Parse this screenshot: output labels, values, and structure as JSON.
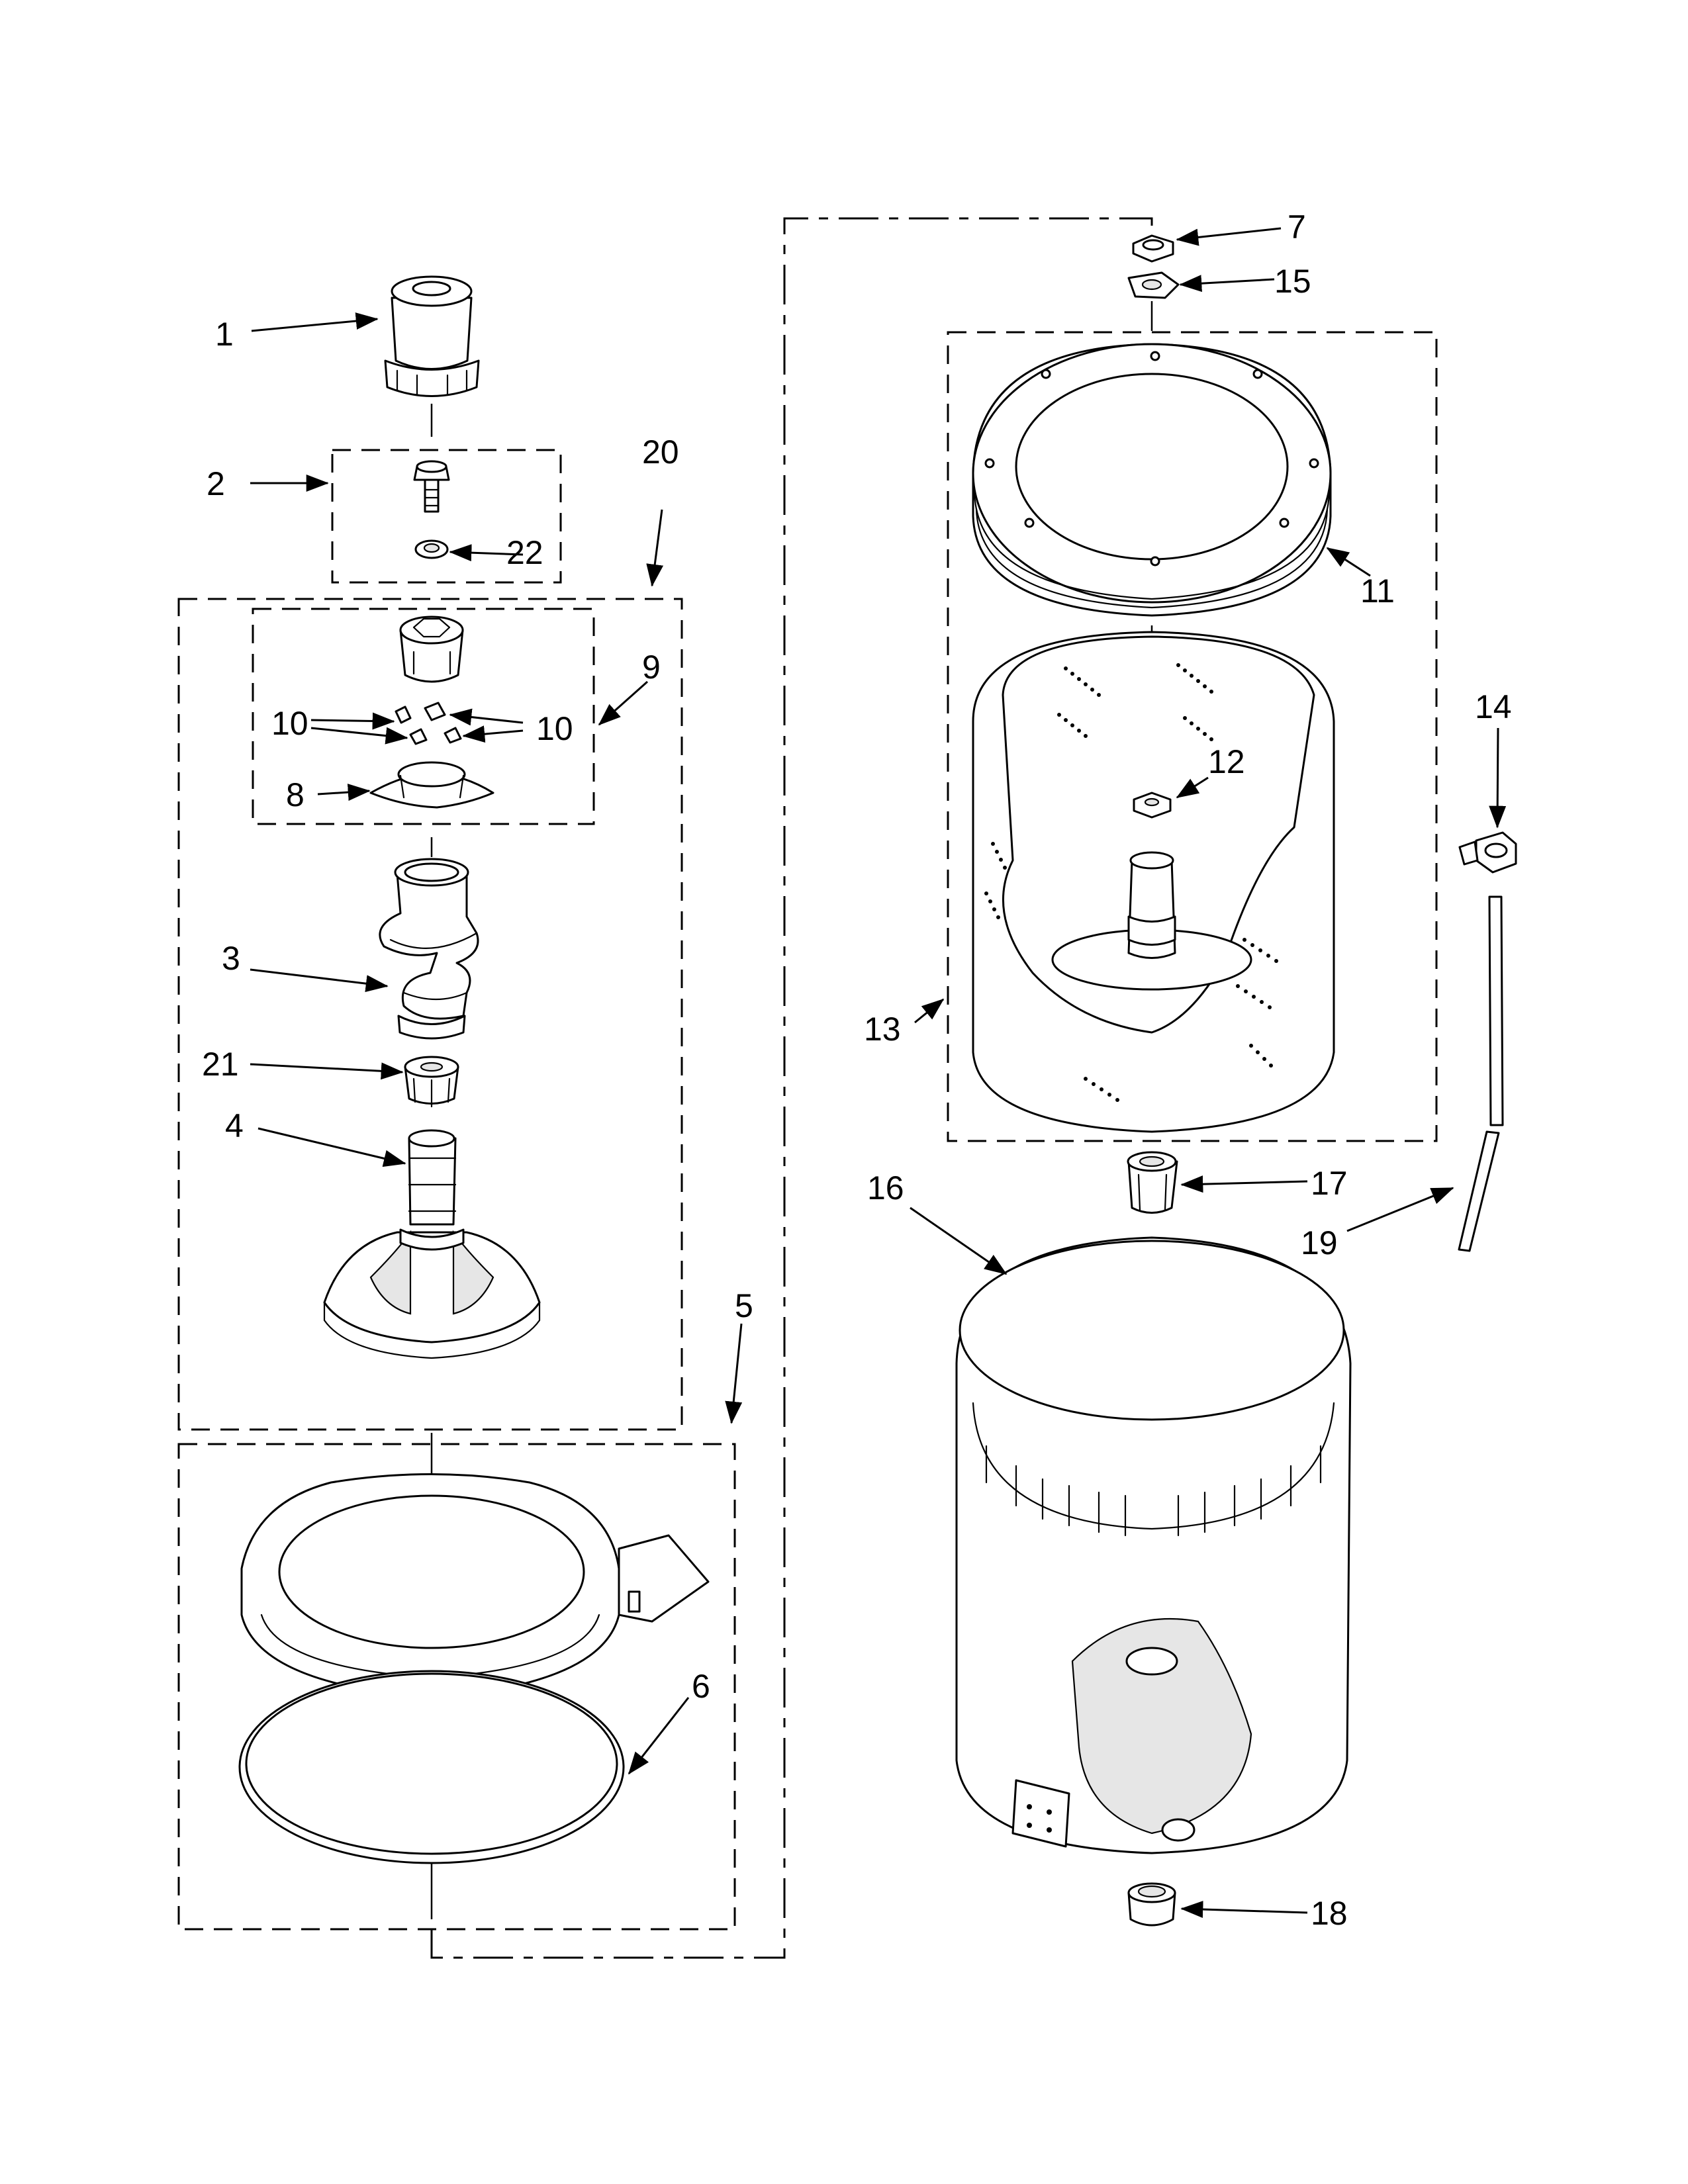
{
  "callouts": {
    "c1": "1",
    "c2": "2",
    "c3": "3",
    "c4": "4",
    "c5": "5",
    "c6": "6",
    "c7": "7",
    "c8": "8",
    "c9": "9",
    "c10a": "10",
    "c10b": "10",
    "c11": "11",
    "c12": "12",
    "c13": "13",
    "c14": "14",
    "c15": "15",
    "c16": "16",
    "c17": "17",
    "c18": "18",
    "c19": "19",
    "c20": "20",
    "c21": "21",
    "c22": "22"
  },
  "style": {
    "ink": "#000000",
    "paper": "#ffffff"
  }
}
